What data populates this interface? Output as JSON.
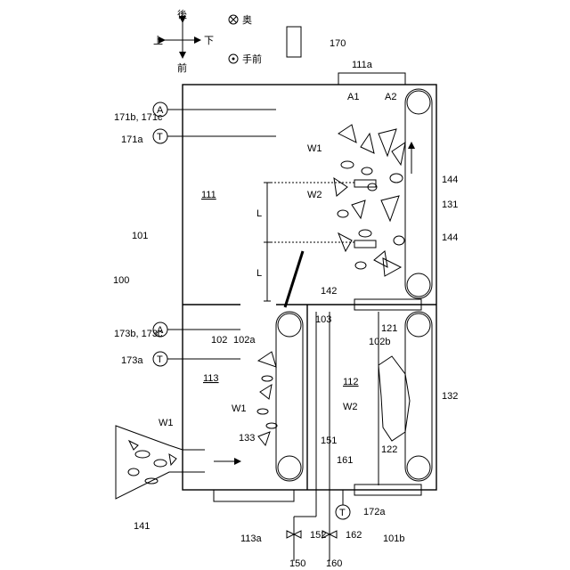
{
  "labels": {
    "device": "100",
    "housing": "101",
    "partition": "102",
    "opening": "102a",
    "opening_b": "102b",
    "partition_103": "103",
    "door_101b": "101b",
    "chamber_111": "111",
    "window_111a": "111a",
    "chamber_112": "112",
    "chamber_113": "113",
    "window_113a": "113a",
    "stage_121": "121",
    "stage_122": "122",
    "conveyor_131": "131",
    "conveyor_132": "132",
    "conveyor_133": "133",
    "hopper_141": "141",
    "plate_142": "142",
    "nozzle_144a": "144",
    "nozzle_144b": "144",
    "gas_150": "150",
    "pipe_151": "151",
    "valve_152": "152",
    "gas_160": "160",
    "pipe_161": "161",
    "valve_162": "162",
    "unit_170": "170",
    "sensor_171a": "171a",
    "sensor_171bc": "171b,\n171c",
    "sensor_172a": "172a",
    "sensor_173a": "173a",
    "sensor_173bc": "173b,\n173c",
    "w1_top": "W1",
    "w1_mid": "W1",
    "w1_hopper": "W1",
    "w2_top": "W2",
    "w2_mid": "W2",
    "a1": "A1",
    "a2": "A2",
    "dist_L1": "L",
    "dist_L2": "L",
    "gauge_A": "A",
    "gauge_T": "T"
  },
  "compass": {
    "up": "上",
    "down": "下",
    "back": "後",
    "front": "前",
    "far": "奥",
    "near": "手前"
  }
}
